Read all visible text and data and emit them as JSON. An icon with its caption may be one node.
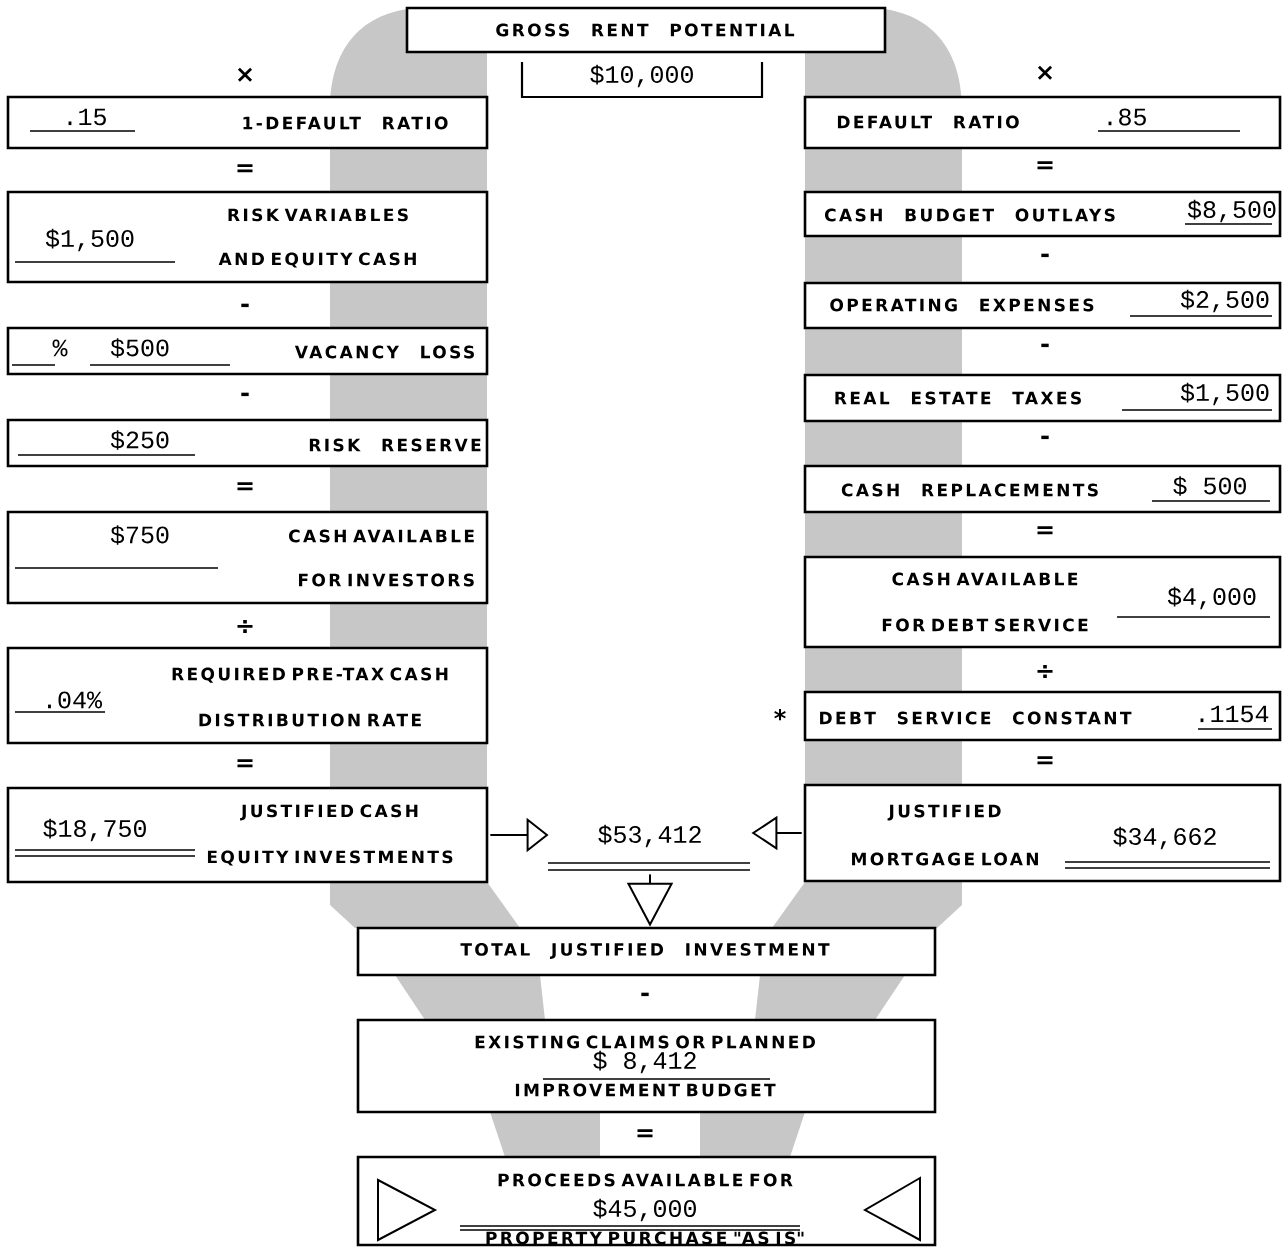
{
  "diagram": {
    "nodes": [
      {
        "text": [
          "GROSS RENT POTENTIAL"
        ]
      },
      {
        "text": [
          "$10,000"
        ]
      },
      {
        "text": [
          ".15",
          "1-DEFAULT RATIO"
        ]
      },
      {
        "text": [
          "$1,500",
          "RISK VARIABLES AND EQUITY CASH"
        ]
      },
      {
        "text": [
          "%",
          "$500",
          "VACANCY LOSS"
        ]
      },
      {
        "text": [
          "$250",
          "RISK RESERVE"
        ]
      },
      {
        "text": [
          "$750",
          "CASH AVAILABLE FOR INVESTORS"
        ]
      },
      {
        "text": [
          ".04%",
          "REQUIRED PRE-TAX CASH DISTRIBUTION RATE"
        ]
      },
      {
        "text": [
          "$18,750",
          "JUSTIFIED CASH EQUITY INVESTMENTS"
        ]
      },
      {
        "text": [
          "DEFAULT RATIO",
          ".85"
        ]
      },
      {
        "text": [
          "CASH BUDGET OUTLAYS",
          "$8,500"
        ]
      },
      {
        "text": [
          "OPERATING EXPENSES",
          "$2,500"
        ]
      },
      {
        "text": [
          "REAL ESTATE TAXES",
          "$1,500"
        ]
      },
      {
        "text": [
          "CASH REPLACEMENTS",
          "$ 500"
        ]
      },
      {
        "text": [
          "CASH AVAILABLE FOR DEBT SERVICE",
          "$4,000"
        ]
      },
      {
        "text": [
          "DEBT SERVICE CONSTANT",
          ".1154"
        ]
      },
      {
        "text": [
          "JUSTIFIED MORTGAGE LOAN",
          "$34,662"
        ]
      },
      {
        "text": [
          "$53,412"
        ]
      },
      {
        "text": [
          "TOTAL JUSTIFIED INVESTMENT"
        ]
      },
      {
        "text": [
          "EXISTING CLAIMS OR PLANNED IMPROVEMENT BUDGET",
          "$ 8,412"
        ]
      },
      {
        "text": [
          "PROCEEDS AVAILABLE FOR PROPERTY PURCHASE \"AS IS\"",
          "$45,000"
        ]
      }
    ],
    "edges": [
      {
        "from": 8,
        "to": 17,
        "arrow": "to"
      },
      {
        "from": 16,
        "to": 17,
        "arrow": "to"
      },
      {
        "from": 17,
        "to": 18,
        "arrow": "to"
      }
    ],
    "labels": [
      "×",
      "×",
      "=",
      "=",
      "-",
      "-",
      "-",
      "-",
      "-",
      "=",
      "=",
      "÷",
      "÷",
      "*",
      "=",
      "=",
      "-",
      "="
    ]
  }
}
